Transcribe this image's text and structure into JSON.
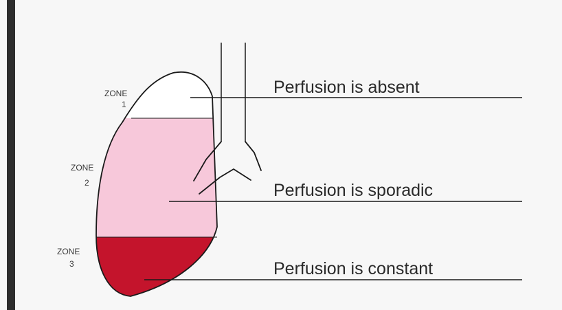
{
  "zones": [
    {
      "label_line1": "ZONE",
      "label_line2": "1",
      "caption": "Perfusion is absent",
      "fill": "#ffffff"
    },
    {
      "label_line1": "ZONE",
      "label_line2": "2",
      "caption": "Perfusion is sporadic",
      "fill": "#f7c8da"
    },
    {
      "label_line1": "ZONE",
      "label_line2": "3",
      "caption": "Perfusion is constant",
      "fill": "#c4142c"
    }
  ],
  "colors": {
    "background": "#f7f7f7",
    "outline": "#1a1a1a",
    "left_bar": "#2d2d2d"
  }
}
